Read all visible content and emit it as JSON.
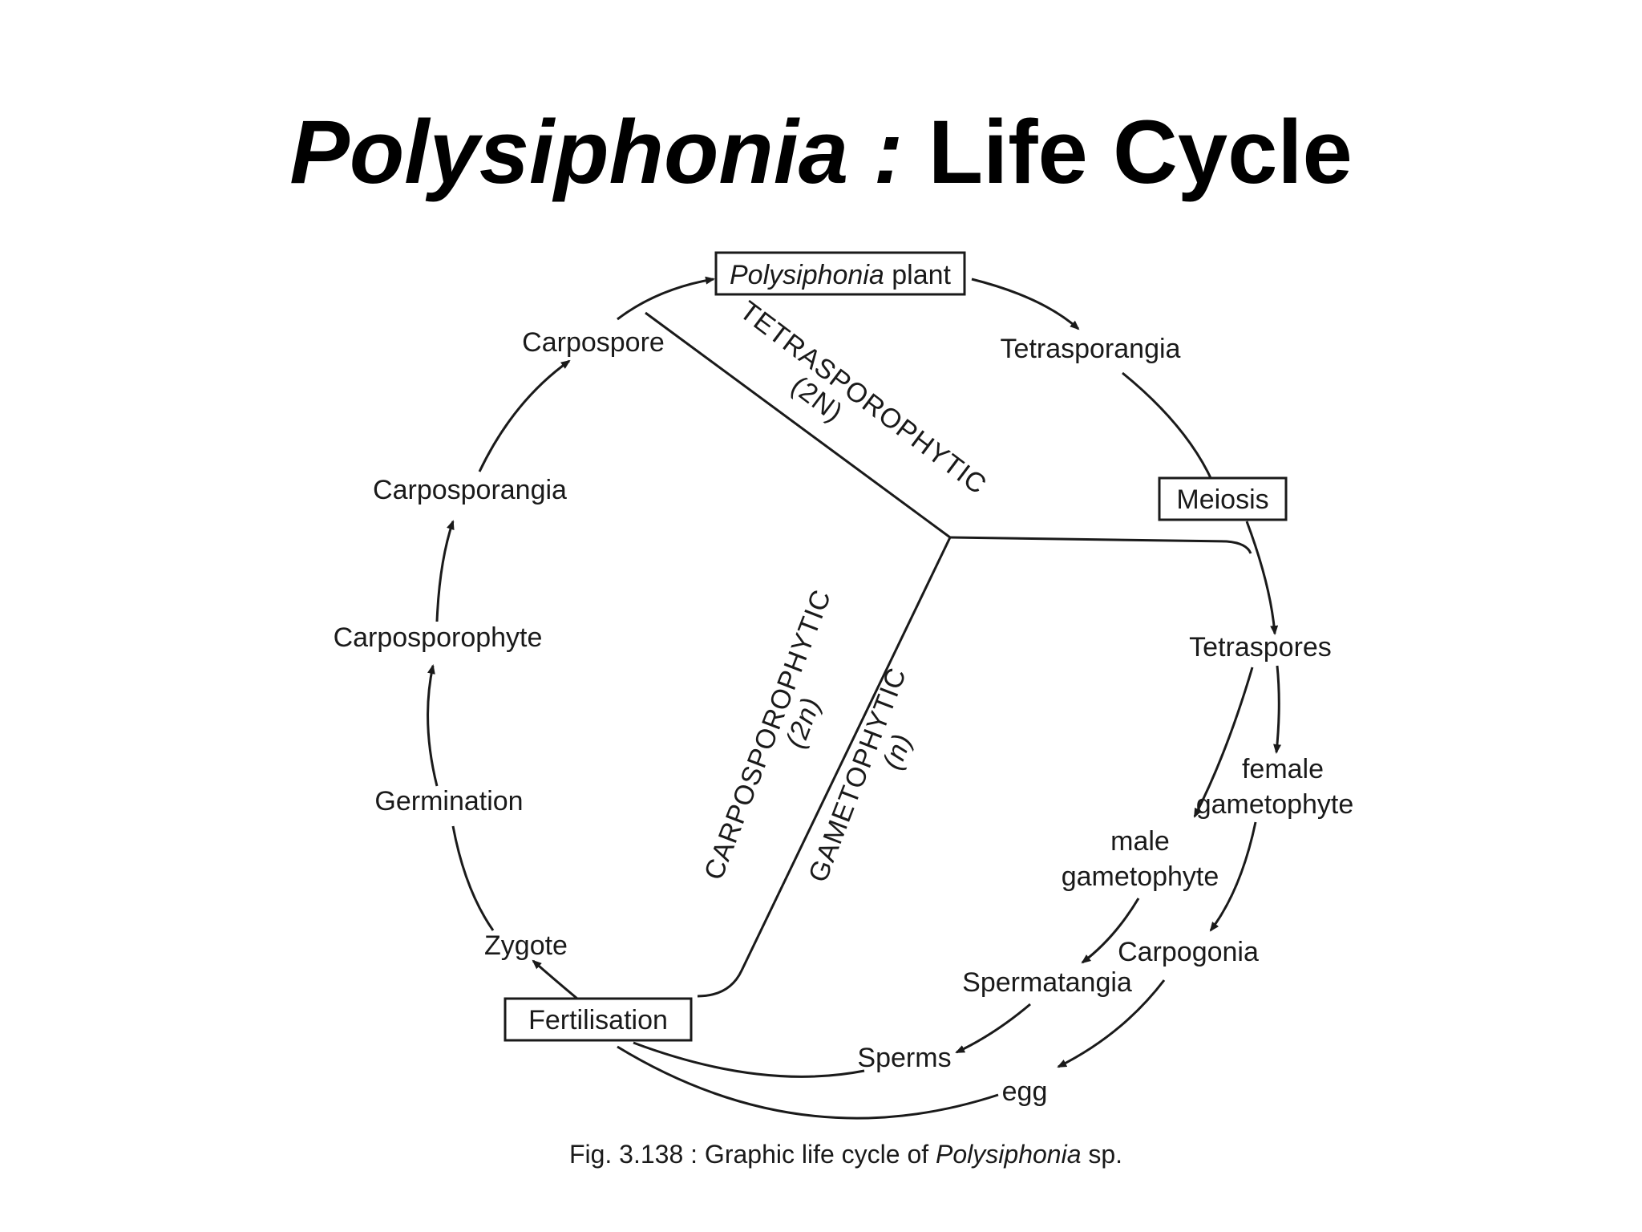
{
  "title": {
    "italic_part": "Polysiphonia :",
    "rest": " Life Cycle"
  },
  "diagram": {
    "nodes": {
      "polysiphonia_plant_italic": "Polysiphonia",
      "polysiphonia_plant_rest": " plant",
      "tetrasporangia": "Tetrasporangia",
      "meiosis": "Meiosis",
      "tetraspores": "Tetraspores",
      "female_gametophyte_1": "female",
      "female_gametophyte_2": "gametophyte",
      "male_gametophyte_1": "male",
      "male_gametophyte_2": "gametophyte",
      "carpogonia": "Carpogonia",
      "spermatangia": "Spermatangia",
      "sperms": "Sperms",
      "egg": "egg",
      "fertilisation": "Fertilisation",
      "zygote": "Zygote",
      "germination": "Germination",
      "carposporophyte": "Carposporophyte",
      "carposporangia": "Carposporangia",
      "carpospore": "Carpospore"
    },
    "phases": {
      "tetrasporophytic": "TETRASPOROPHYTIC",
      "tetrasporophytic_ploidy": "(2N)",
      "carposporophytic": "CARPOSPOROPHYTIC",
      "carposporophytic_ploidy": "(2n)",
      "gametophytic": "GAMETOPHYTIC",
      "gametophytic_ploidy": "(n)"
    },
    "caption": {
      "prefix": "Fig. 3.138 : Graphic life cycle of ",
      "italic": "Polysiphonia",
      "suffix": " sp."
    }
  }
}
